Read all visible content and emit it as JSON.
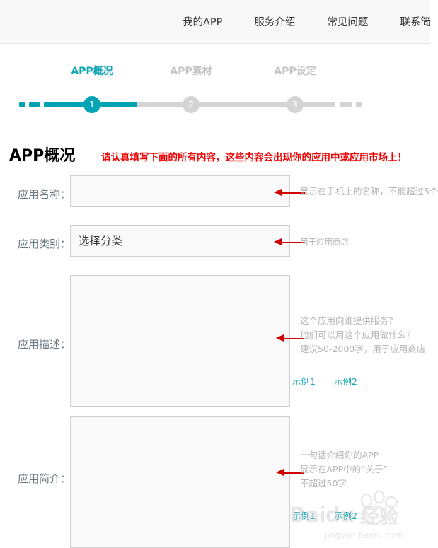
{
  "nav": {
    "items": [
      {
        "label": "我的APP"
      },
      {
        "label": "服务介绍"
      },
      {
        "label": "常见问题"
      },
      {
        "label": "联系简"
      }
    ]
  },
  "stepper": {
    "active_index": 1,
    "accent_color": "#00a2b3",
    "idle_color": "#d4d4d4",
    "steps": [
      {
        "num": "1",
        "label": "APP概况",
        "state": "active"
      },
      {
        "num": "2",
        "label": "APP素材",
        "state": "idle"
      },
      {
        "num": "3",
        "label": "APP设定",
        "state": "idle"
      }
    ]
  },
  "page": {
    "title": "APP概况",
    "note": "请认真填写下面的所有内容，这些内容会出现你的应用中或应用市场上！",
    "note_color": "#ee0000"
  },
  "form": {
    "app_name": {
      "label": "应用名称：",
      "value": "",
      "placeholder": "",
      "hint": "显示在手机上的名称，不能超过5个"
    },
    "app_category": {
      "label": "应用类别：",
      "value": "选择分类",
      "hint": "用于应用商店"
    },
    "app_description": {
      "label": "应用描述：",
      "value": "",
      "hint_lines": [
        "这个应用向谁提供服务？",
        "他们可以用这个应用做什么？",
        "建议50-2000字，用于应用商店"
      ],
      "examples": [
        "示例1",
        "示例2"
      ]
    },
    "app_intro": {
      "label": "应用简介：",
      "value": "",
      "hint_lines": [
        "一句话介绍你的APP",
        "显示在APP中的“关于”",
        "不超过50字"
      ],
      "examples": [
        "示例1",
        "示例2"
      ]
    }
  },
  "watermark": {
    "brand": "Baidu",
    "sub": "经验",
    "url": "jingyan.baidu.com"
  }
}
